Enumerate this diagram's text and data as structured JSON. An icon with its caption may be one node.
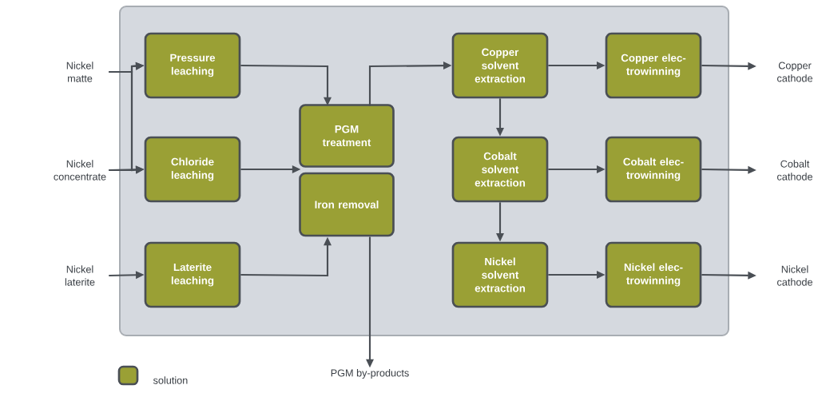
{
  "diagram": {
    "nodes": [
      {
        "text": [],
        "shape": "box"
      },
      {
        "text": [
          "Nickel matte"
        ]
      },
      {
        "text": [
          "Nickel concentrate"
        ]
      },
      {
        "text": [
          "Nickel laterite"
        ]
      },
      {
        "text": [
          "Pressure leaching"
        ],
        "in": 0
      },
      {
        "text": [
          "Chloride leaching"
        ],
        "in": 0
      },
      {
        "text": [
          "Laterite leaching"
        ],
        "in": 0
      },
      {
        "text": [
          "PGM treatment"
        ],
        "in": 0
      },
      {
        "text": [
          "Iron removal"
        ],
        "in": 0
      },
      {
        "text": [
          "Copper solvent extraction"
        ],
        "in": 0
      },
      {
        "text": [
          "Cobalt solvent extraction"
        ],
        "in": 0
      },
      {
        "text": [
          "Nickel solvent extraction"
        ],
        "in": 0
      },
      {
        "text": [
          "Copper elec- trowinning"
        ],
        "in": 0
      },
      {
        "text": [
          "Cobalt elec- trowinning"
        ],
        "in": 0
      },
      {
        "text": [
          "Nickel elec- trowinning"
        ],
        "in": 0
      },
      {
        "text": [
          "Copper cathode"
        ]
      },
      {
        "text": [
          "Cobalt cathode"
        ]
      },
      {
        "text": [
          "Nickel cathode"
        ]
      },
      {
        "text": [
          "PGM by-products"
        ]
      }
    ],
    "edges": [
      {
        "from": 1,
        "to": 4,
        "arrow": "to"
      },
      {
        "from": 1,
        "to": 5,
        "arrow": "to"
      },
      {
        "from": 2,
        "to": 4,
        "arrow": "to"
      },
      {
        "from": 2,
        "to": 5,
        "arrow": "to"
      },
      {
        "from": 3,
        "to": 6,
        "arrow": "to"
      },
      {
        "from": 4,
        "to": 7,
        "arrow": "to"
      },
      {
        "from": 5,
        "to": 7,
        "arrow": "to"
      },
      {
        "from": 6,
        "to": 8,
        "arrow": "to"
      },
      {
        "from": 7,
        "to": 9,
        "arrow": "to"
      },
      {
        "from": 8,
        "to": 18,
        "arrow": "to"
      },
      {
        "from": 9,
        "to": 12,
        "arrow": "to"
      },
      {
        "from": 9,
        "to": 10,
        "arrow": "to"
      },
      {
        "from": 10,
        "to": 13,
        "arrow": "to"
      },
      {
        "from": 10,
        "to": 11,
        "arrow": "to"
      },
      {
        "from": 11,
        "to": 14,
        "arrow": "to"
      },
      {
        "from": 12,
        "to": 15,
        "arrow": "to"
      },
      {
        "from": 13,
        "to": 16,
        "arrow": "to"
      },
      {
        "from": 14,
        "to": 17,
        "arrow": "to"
      }
    ],
    "legend": [
      {
        "text": "solution",
        "color": "#9aa035"
      }
    ]
  }
}
